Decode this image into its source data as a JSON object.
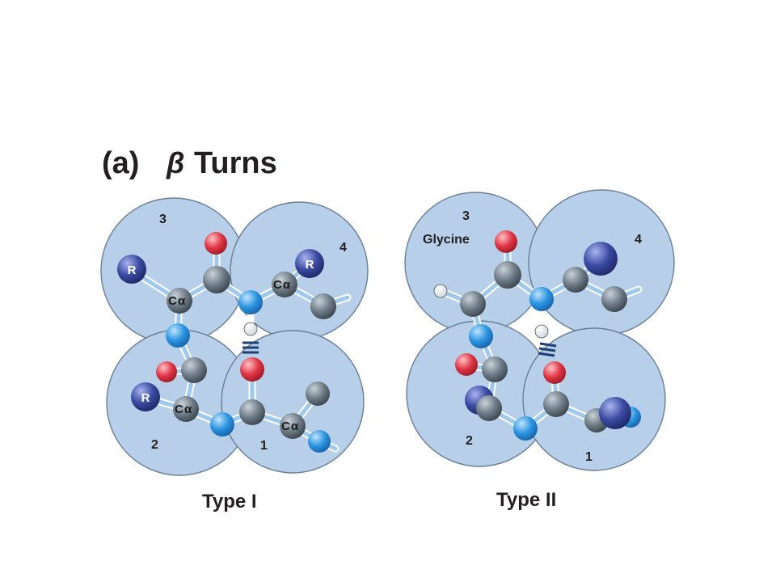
{
  "figure": {
    "panel_label": "(a)",
    "beta_symbol": "β",
    "title": "Turns"
  },
  "type1": {
    "caption": "Type I",
    "residues": [
      "3",
      "4",
      "2",
      "1"
    ],
    "atom_labels": {
      "r": "R",
      "ca_c": "C",
      "ca_alpha": "α"
    }
  },
  "type2": {
    "caption": "Type II",
    "residues": [
      "3",
      "4",
      "2",
      "1"
    ],
    "glycine_label": "Glycine"
  },
  "colors": {
    "sphere": "#b7cfe8",
    "carbon": "#6e7b86",
    "nitrogen": "#2b94e0",
    "oxygen": "#e03545",
    "r_group": "#3a4aa0",
    "hydrogen": "#ffffff",
    "hbond": "#1d3f73"
  }
}
